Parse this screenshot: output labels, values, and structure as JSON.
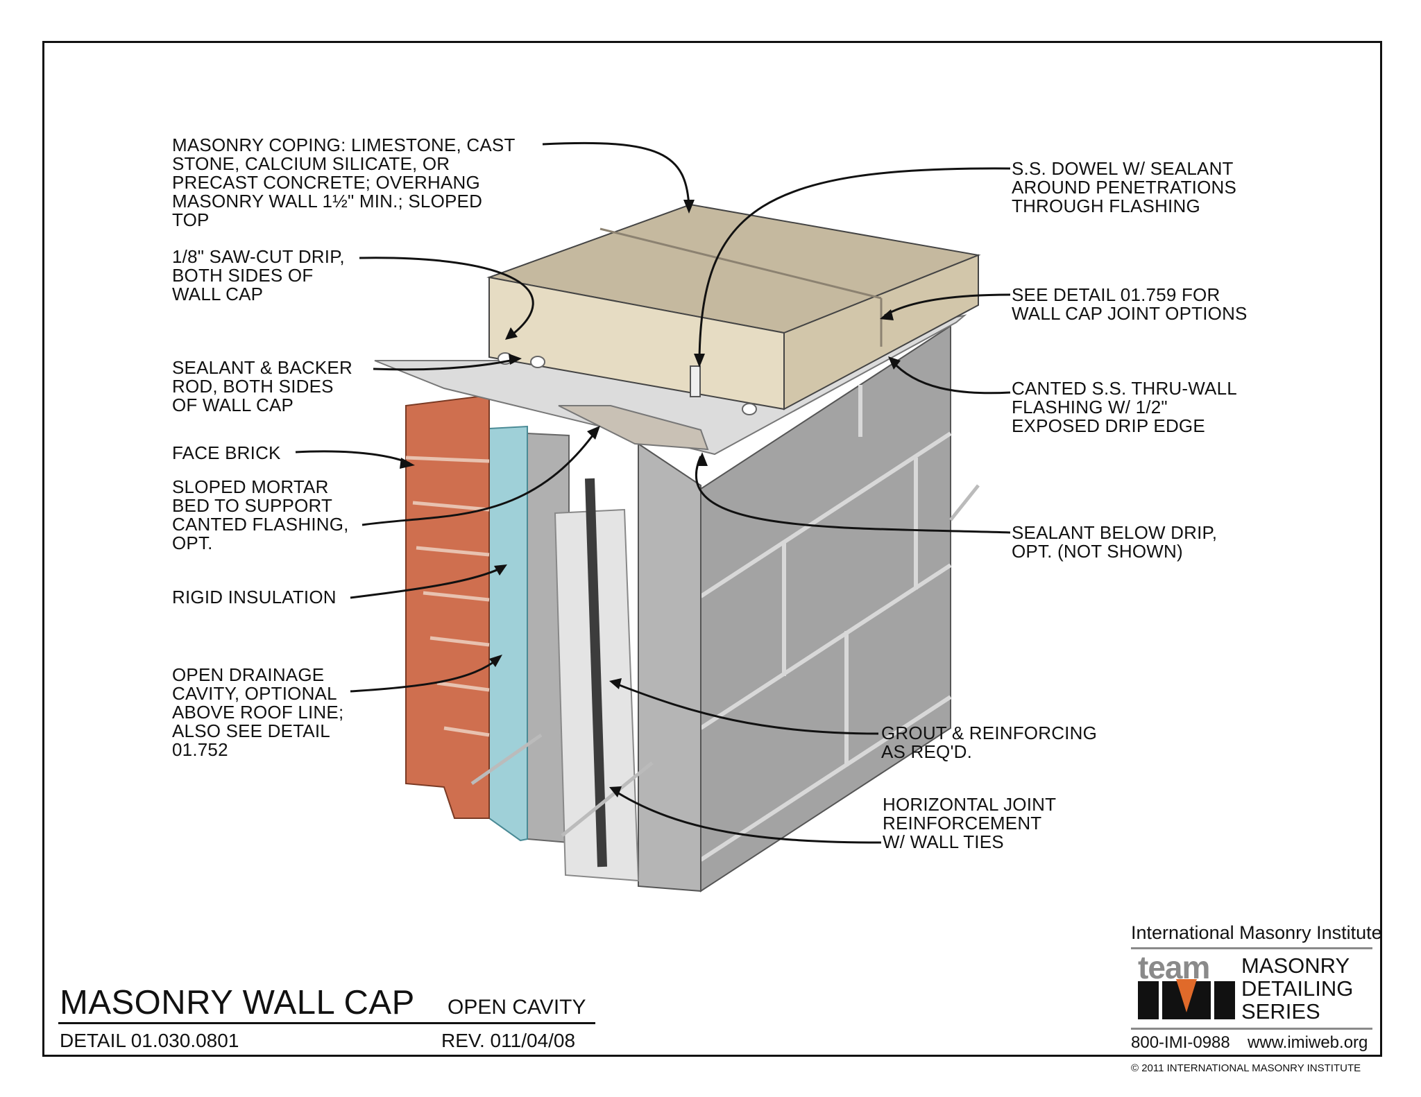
{
  "colors": {
    "coping_top": "#c5b99f",
    "coping_front": "#e6dcc3",
    "coping_side": "#d2c6aa",
    "cmu_face": "#a3a3a3",
    "cmu_front": "#b3b3b3",
    "cmu_side": "#8f8f8f",
    "brick": "#cf6f4f",
    "insulation": "#9fd0d8",
    "grout": "#e3e3e3",
    "flashing": "#d9d9d9",
    "border": "#111111"
  },
  "callouts": {
    "coping": [
      "MASONRY COPING: LIMESTONE, CAST",
      "STONE,  CALCIUM SILICATE, OR",
      "PRECAST CONCRETE; OVERHANG",
      "MASONRY WALL 1½\" MIN.; SLOPED",
      "TOP"
    ],
    "drip": [
      "1/8\" SAW-CUT DRIP,",
      "BOTH SIDES OF",
      "WALL CAP"
    ],
    "sealant_backer": [
      "SEALANT & BACKER",
      "ROD, BOTH SIDES",
      "OF WALL CAP"
    ],
    "face_brick": [
      "FACE BRICK"
    ],
    "mortar_bed": [
      "SLOPED MORTAR",
      "BED TO SUPPORT",
      "CANTED FLASHING,",
      "OPT."
    ],
    "insulation": [
      "RIGID INSULATION"
    ],
    "cavity": [
      "OPEN DRAINAGE",
      "CAVITY, OPTIONAL",
      "ABOVE ROOF LINE;",
      "ALSO SEE DETAIL",
      "01.752"
    ],
    "dowel": [
      "S.S. DOWEL W/ SEALANT",
      "AROUND PENETRATIONS",
      "THROUGH FLASHING"
    ],
    "joint_options": [
      "SEE DETAIL 01.759 FOR",
      "WALL CAP JOINT OPTIONS"
    ],
    "flashing": [
      "CANTED S.S. THRU-WALL",
      "FLASHING W/ 1/2\"",
      "EXPOSED DRIP EDGE"
    ],
    "sealant_drip": [
      "SEALANT BELOW DRIP,",
      "OPT. (NOT SHOWN)"
    ],
    "grout": [
      "GROUT & REINFORCING",
      "AS REQ'D."
    ],
    "joint_reinf": [
      "HORIZONTAL JOINT",
      "REINFORCEMENT",
      "W/ WALL TIES"
    ]
  },
  "title_block": {
    "title": "MASONRY WALL CAP",
    "subtitle": "OPEN CAVITY",
    "detail": "DETAIL 01.030.0801",
    "rev": "REV. 011/04/08"
  },
  "logo": {
    "org": "International Masonry Institute",
    "team": "team",
    "series": [
      "MASONRY",
      "DETAILING",
      "SERIES"
    ],
    "phone": "800-IMI-0988",
    "web": "www.imiweb.org"
  },
  "copyright": "© 2011 INTERNATIONAL MASONRY INSTITUTE"
}
